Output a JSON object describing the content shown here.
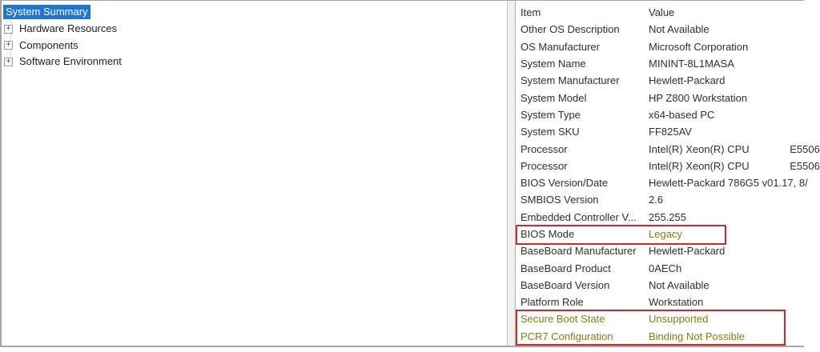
{
  "sidebar": {
    "items": [
      {
        "label": "System Summary",
        "selected": true,
        "expandable": false
      },
      {
        "label": "Hardware Resources",
        "selected": false,
        "expandable": true
      },
      {
        "label": "Components",
        "selected": false,
        "expandable": true
      },
      {
        "label": "Software Environment",
        "selected": false,
        "expandable": true
      }
    ],
    "expander_glyph": "+"
  },
  "details": {
    "columns": {
      "item": "Item",
      "value": "Value"
    },
    "rows": [
      {
        "item": "Other OS Description",
        "value": "Not Available",
        "emphasis": "none"
      },
      {
        "item": "OS Manufacturer",
        "value": "Microsoft Corporation",
        "emphasis": "none"
      },
      {
        "item": "System Name",
        "value": "MININT-8L1MASA",
        "emphasis": "none"
      },
      {
        "item": "System Manufacturer",
        "value": "Hewlett-Packard",
        "emphasis": "none"
      },
      {
        "item": "System Model",
        "value": "HP Z800 Workstation",
        "emphasis": "none"
      },
      {
        "item": "System Type",
        "value": "x64-based PC",
        "emphasis": "none"
      },
      {
        "item": "System SKU",
        "value": "FF825AV",
        "emphasis": "none"
      },
      {
        "item": "Processor",
        "value": "Intel(R) Xeon(R) CPU              E5506",
        "emphasis": "none"
      },
      {
        "item": "Processor",
        "value": "Intel(R) Xeon(R) CPU              E5506",
        "emphasis": "none"
      },
      {
        "item": "BIOS Version/Date",
        "value": "Hewlett-Packard 786G5 v01.17, 8/",
        "emphasis": "none"
      },
      {
        "item": "SMBIOS Version",
        "value": "2.6",
        "emphasis": "none"
      },
      {
        "item": "Embedded Controller V...",
        "value": "255.255",
        "emphasis": "none"
      },
      {
        "item": "BIOS Mode",
        "value": "Legacy",
        "emphasis": "value"
      },
      {
        "item": "BaseBoard Manufacturer",
        "value": "Hewlett-Packard",
        "emphasis": "none"
      },
      {
        "item": "BaseBoard Product",
        "value": "0AECh",
        "emphasis": "none"
      },
      {
        "item": "BaseBoard Version",
        "value": "Not Available",
        "emphasis": "none"
      },
      {
        "item": "Platform Role",
        "value": "Workstation",
        "emphasis": "none"
      },
      {
        "item": "Secure Boot State",
        "value": "Unsupported",
        "emphasis": "both"
      },
      {
        "item": "PCR7 Configuration",
        "value": "Binding Not Possible",
        "emphasis": "both"
      }
    ]
  },
  "annotations": {
    "boxes": [
      {
        "name": "bios-mode-highlight",
        "marks_rows": [
          "BIOS Mode"
        ]
      },
      {
        "name": "secure-boot-highlight",
        "marks_rows": [
          "Secure Boot State",
          "PCR7 Configuration"
        ]
      }
    ]
  },
  "colors": {
    "selection_background": "#1e76d2",
    "selection_text": "#ffffff",
    "annotation_box": "#cf2b2b",
    "highlight_text": "#80800e",
    "body_text": "#2f2f2f"
  }
}
